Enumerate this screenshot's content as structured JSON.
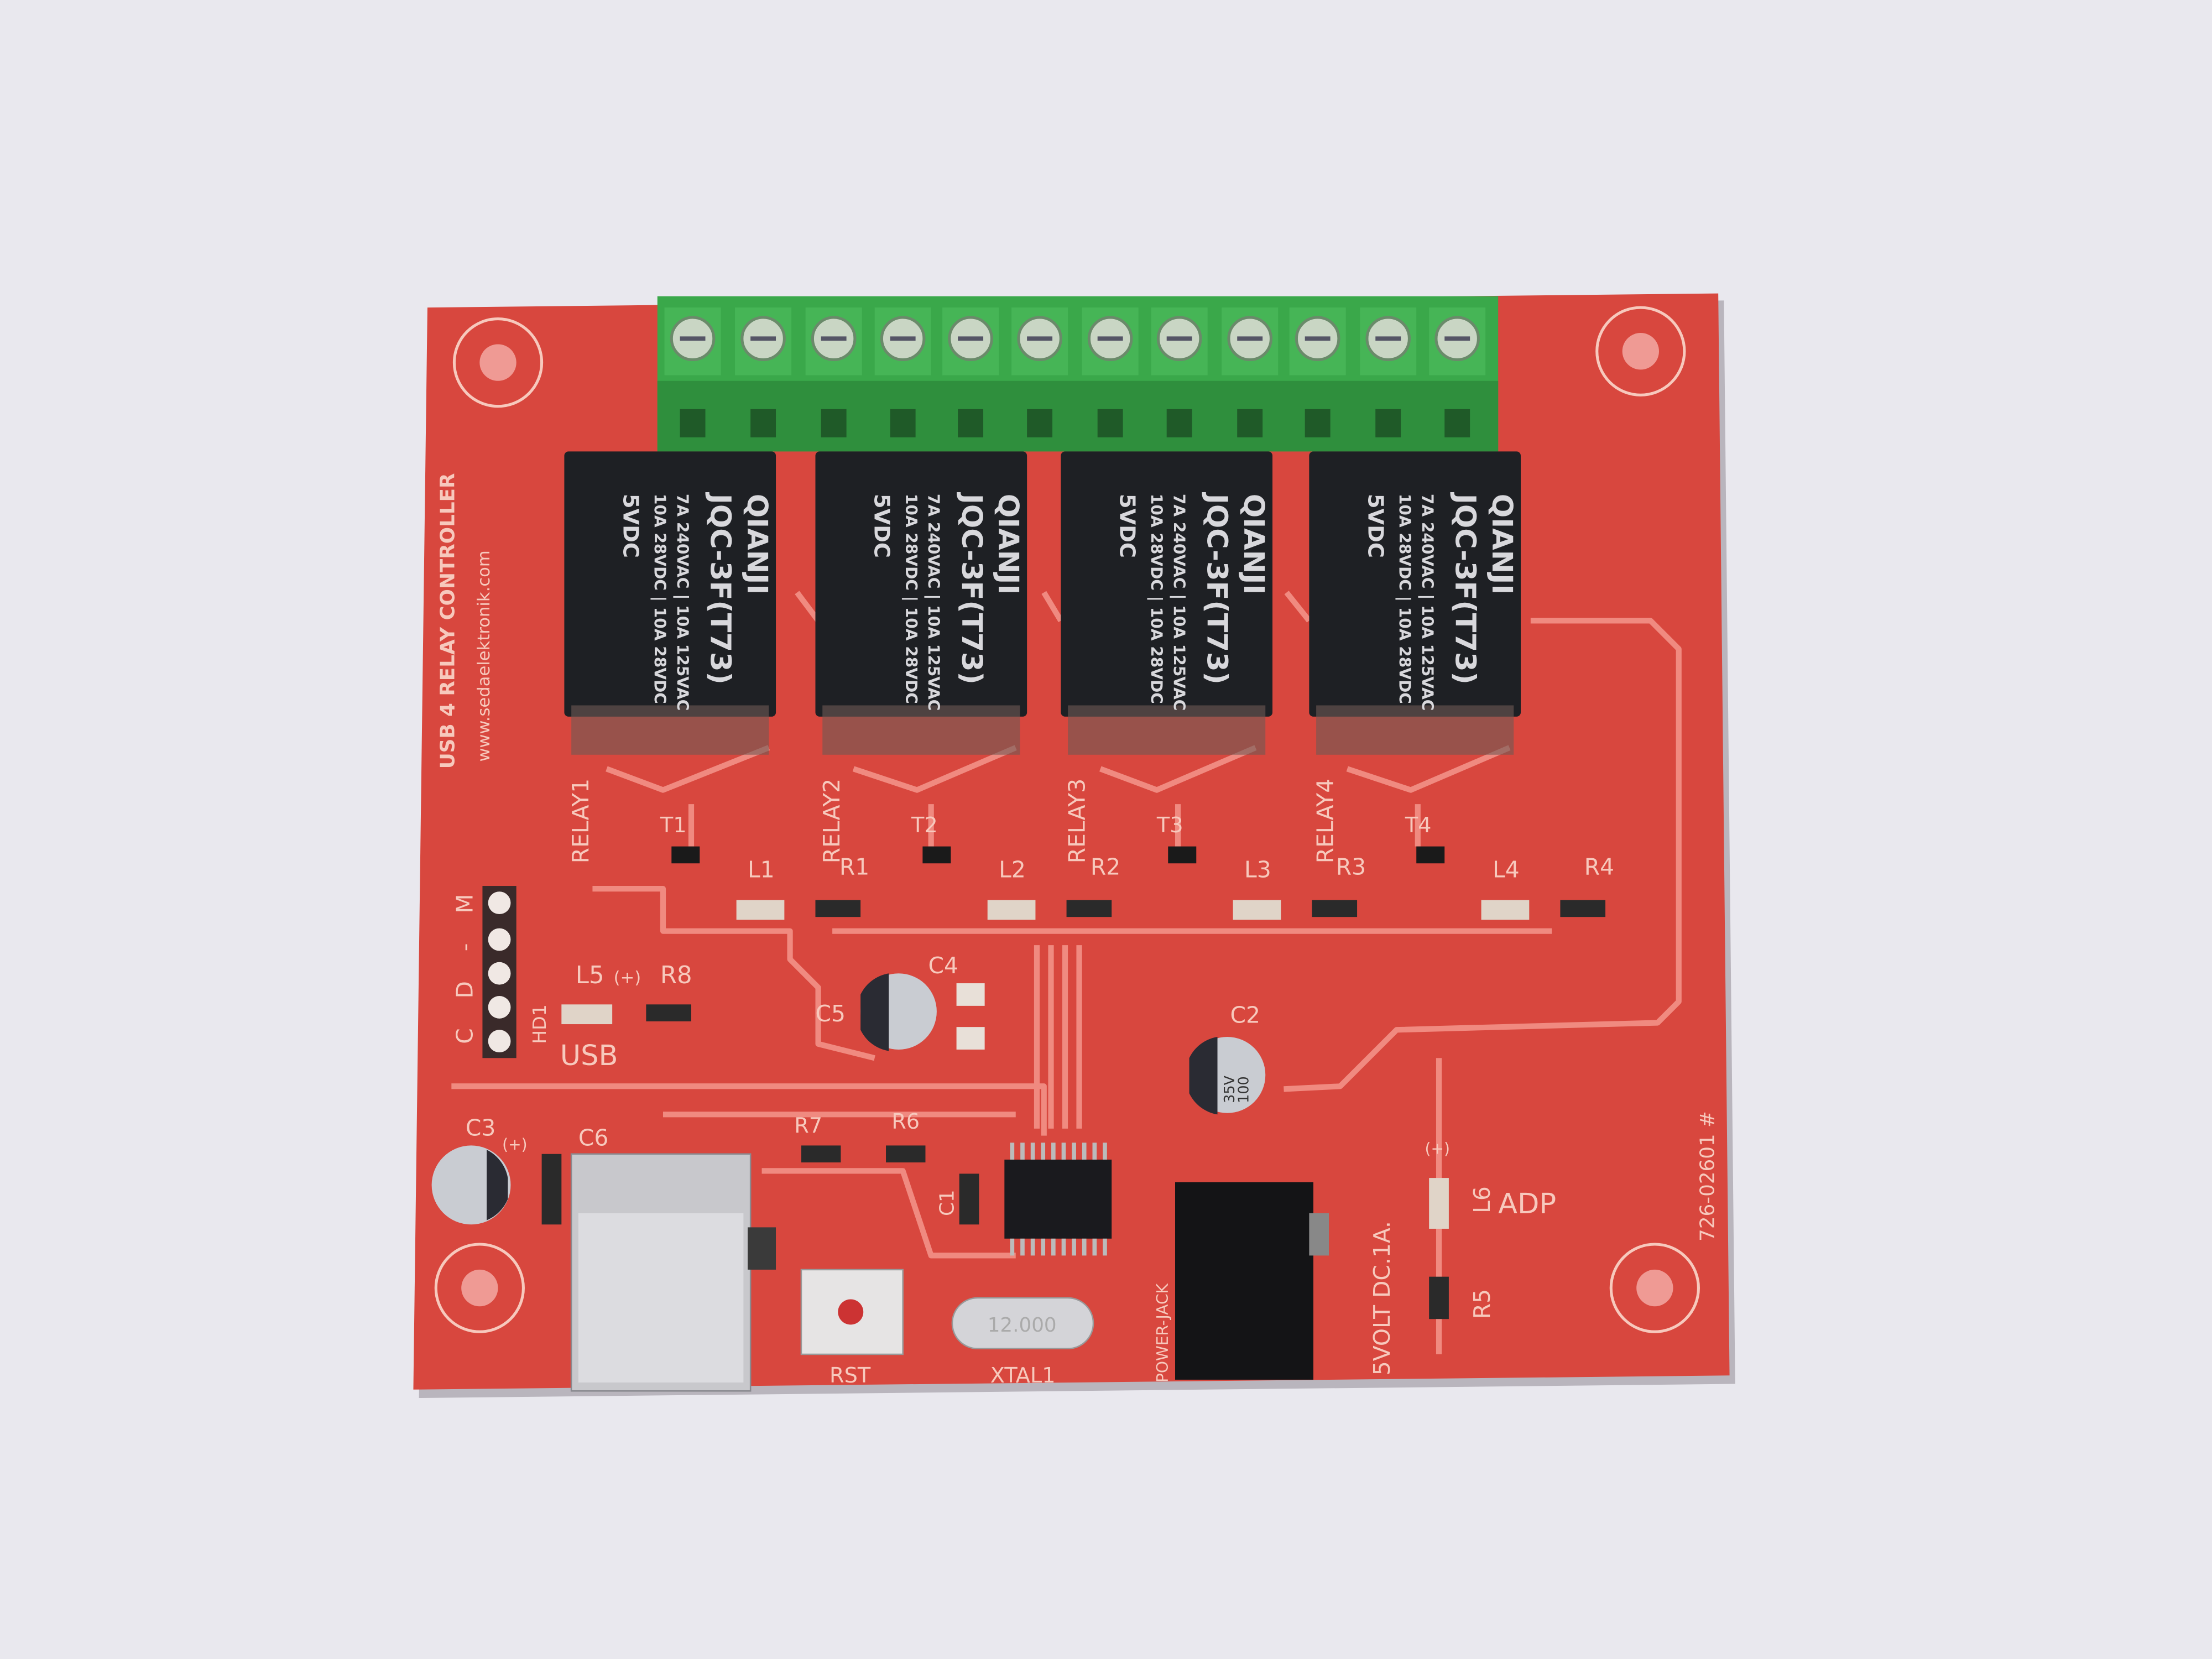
{
  "board": {
    "title": "USB 4 RELAY CONTROLLER",
    "website": "www.sedaelektronik.com",
    "part_number": "726-02601 #",
    "colors": {
      "pcb": "#d8473e",
      "silkscreen": "#f7c9bd",
      "terminal": "#3aa84a",
      "relay": "#1e2024",
      "background": "#e9e8ee"
    }
  },
  "relays": [
    {
      "label": "RELAY1",
      "brand": "QIANJI",
      "model": "JQC-3F(T73)",
      "rating1": "7A 240VAC | 10A 125VAC",
      "rating2": "10A 28VDC | 10A 28VDC",
      "coil": "5VDC",
      "transistor": "T1",
      "led": "L1",
      "resistor": "R1"
    },
    {
      "label": "RELAY2",
      "brand": "QIANJI",
      "model": "JQC-3F(T73)",
      "rating1": "7A 240VAC | 10A 125VAC",
      "rating2": "10A 28VDC | 10A 28VDC",
      "coil": "5VDC",
      "transistor": "T2",
      "led": "L2",
      "resistor": "R2"
    },
    {
      "label": "RELAY3",
      "brand": "QIANJI",
      "model": "JQC-3F(T73)",
      "rating1": "7A 240VAC | 10A 125VAC",
      "rating2": "10A 28VDC | 10A 28VDC",
      "coil": "5VDC",
      "transistor": "T3",
      "led": "L3",
      "resistor": "R3"
    },
    {
      "label": "RELAY4",
      "brand": "QIANJI",
      "model": "JQC-3F(T73)",
      "rating1": "7A 240VAC | 10A 125VAC",
      "rating2": "10A 28VDC | 10A 28VDC",
      "coil": "5VDC",
      "transistor": "T4",
      "led": "L4",
      "resistor": "R4"
    }
  ],
  "labels": {
    "L5": "L5",
    "R8": "R8",
    "HD1": "HD1",
    "USB": "USB",
    "header": "C D - M",
    "C1": "C1",
    "C2": "C2",
    "C3": "C3",
    "C4": "C4",
    "C5": "C5",
    "C6": "C6",
    "R5": "R5",
    "R6": "R6",
    "R7": "R7",
    "L6": "L6",
    "ADP": "ADP",
    "RST": "RST",
    "XTAL1": "XTAL1",
    "power_jack": "POWER-JACK",
    "power_spec": "5VOLT DC.1A.",
    "crystal_value": "12.000",
    "cap_value": "100",
    "cap_voltage": "35V",
    "polarity": "(+)"
  }
}
